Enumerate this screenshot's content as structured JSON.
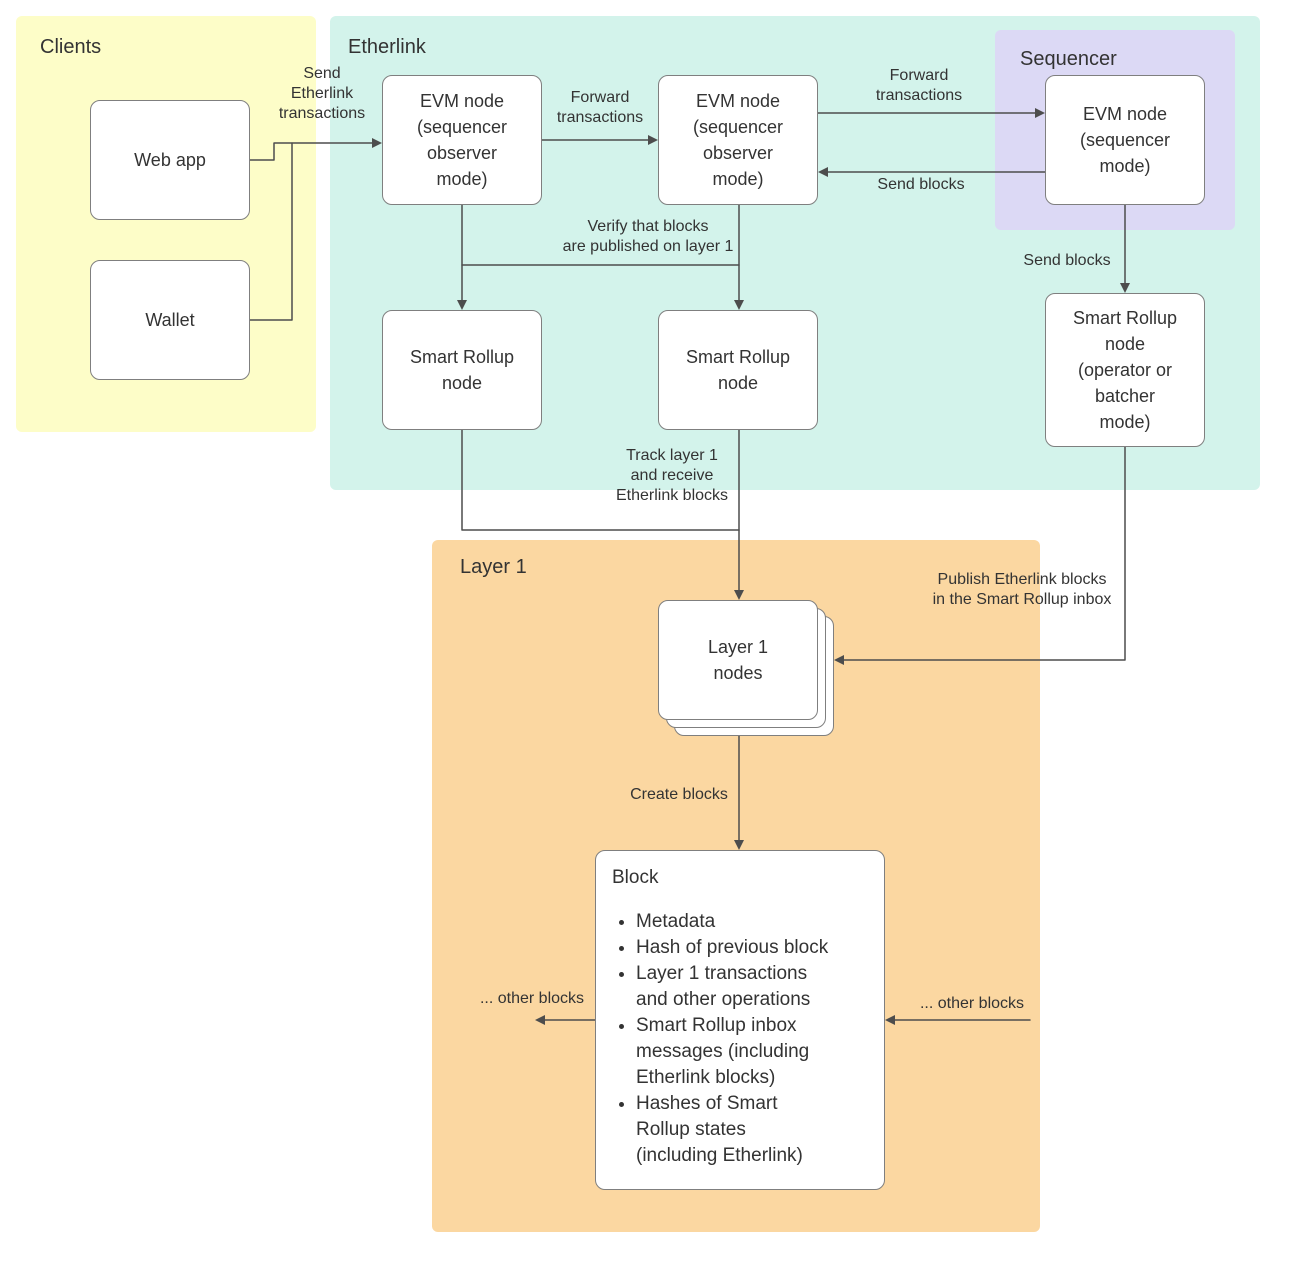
{
  "groups": {
    "clients": {
      "label": "Clients",
      "color": "#fdfdc8"
    },
    "etherlink": {
      "label": "Etherlink",
      "color": "#d3f3eb"
    },
    "sequencer": {
      "label": "Sequencer",
      "color": "#dcd9f5"
    },
    "layer1": {
      "label": "Layer 1",
      "color": "#fbd7a1"
    }
  },
  "nodes": {
    "web_app": {
      "label": "Web app"
    },
    "wallet": {
      "label": "Wallet"
    },
    "evm_observer_1": {
      "label": "EVM node\n(sequencer\nobserver\nmode)"
    },
    "evm_observer_2": {
      "label": "EVM node\n(sequencer\nobserver\nmode)"
    },
    "evm_sequencer": {
      "label": "EVM node\n(sequencer\nmode)"
    },
    "smart_rollup_1": {
      "label": "Smart Rollup\nnode"
    },
    "smart_rollup_2": {
      "label": "Smart Rollup\nnode"
    },
    "smart_rollup_operator": {
      "label": "Smart Rollup\nnode\n(operator or\nbatcher\nmode)"
    },
    "layer1_nodes": {
      "label": "Layer 1\nnodes"
    },
    "block": {
      "title": "Block",
      "items": [
        "Metadata",
        "Hash of previous block",
        "Layer 1 transactions\nand other operations",
        "Smart Rollup inbox\nmessages (including\nEtherlink blocks)",
        "Hashes of Smart\nRollup states\n(including Etherlink)"
      ]
    }
  },
  "edges": {
    "send_etherlink_transactions": "Send\nEtherlink\ntransactions",
    "forward_transactions_1": "Forward\ntransactions",
    "forward_transactions_2": "Forward\ntransactions",
    "send_blocks_to_observer": "Send blocks",
    "verify_blocks": "Verify that blocks\nare published on layer 1",
    "send_blocks_to_rollup": "Send blocks",
    "track_layer1": "Track layer 1\nand receive\nEtherlink blocks",
    "publish_blocks": "Publish Etherlink blocks\nin the Smart Rollup inbox",
    "create_blocks": "Create blocks",
    "other_blocks_left": "... other blocks",
    "other_blocks_right": "... other blocks"
  },
  "style": {
    "arrow_color": "#4d4d4d",
    "node_border_color": "#7f7f7f",
    "text_color": "#333333"
  }
}
